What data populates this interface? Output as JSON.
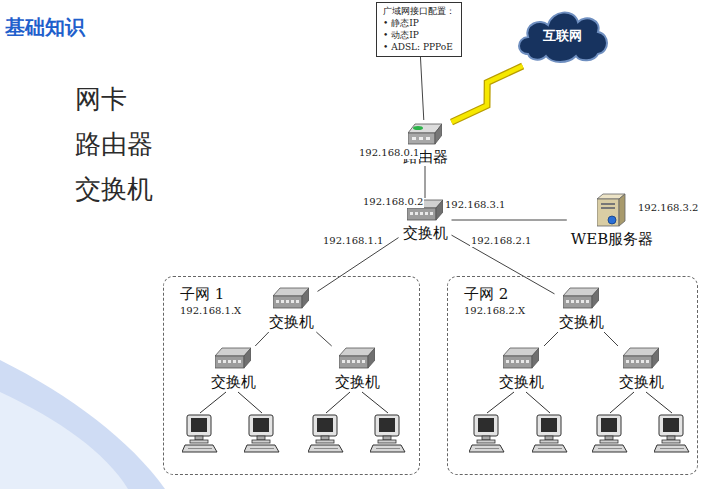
{
  "diagram": {
    "title": "基础知识",
    "nodes": [
      {
        "text": [
          "广域网接口配置：",
          "• 静态IP",
          "• 动态IP",
          "• ADSL: PPPoE"
        ]
      },
      {
        "text": [
          "互联网"
        ]
      },
      {
        "text": [
          "路由器"
        ]
      },
      {
        "text": [
          "交换机"
        ]
      },
      {
        "text": [
          "WEB服务器"
        ]
      },
      {
        "text": [
          "子网 1",
          "192.168.1.X"
        ]
      },
      {
        "text": [
          "交换机"
        ],
        "in": 5
      },
      {
        "text": [
          "交换机"
        ],
        "in": 5
      },
      {
        "text": [
          "交换机"
        ],
        "in": 5
      },
      {
        "text": [
          "子网 2",
          "192.168.2.X"
        ]
      },
      {
        "text": [
          "交换机"
        ],
        "in": 9
      },
      {
        "text": [
          "交换机"
        ],
        "in": 9
      },
      {
        "text": [
          "交换机"
        ],
        "in": 9
      }
    ],
    "edges": [
      {
        "from": 0,
        "to": 2,
        "arrow": "none"
      },
      {
        "from": 2,
        "to": 1,
        "arrow": "none"
      },
      {
        "from": 2,
        "to": 3,
        "arrow": "none"
      },
      {
        "from": 3,
        "to": 4,
        "arrow": "none"
      },
      {
        "from": 3,
        "to": 6,
        "arrow": "none"
      },
      {
        "from": 3,
        "to": 10,
        "arrow": "none"
      },
      {
        "from": 6,
        "to": 7,
        "arrow": "none"
      },
      {
        "from": 6,
        "to": 8,
        "arrow": "none"
      },
      {
        "from": 10,
        "to": 11,
        "arrow": "none"
      },
      {
        "from": 10,
        "to": 12,
        "arrow": "none"
      }
    ],
    "labels": [
      "网卡",
      "路由器",
      "交换机",
      "192.168.0.1",
      "192.168.0.2",
      "192.168.3.1",
      "192.168.3.2",
      "192.168.1.1",
      "192.168.2.1"
    ]
  }
}
